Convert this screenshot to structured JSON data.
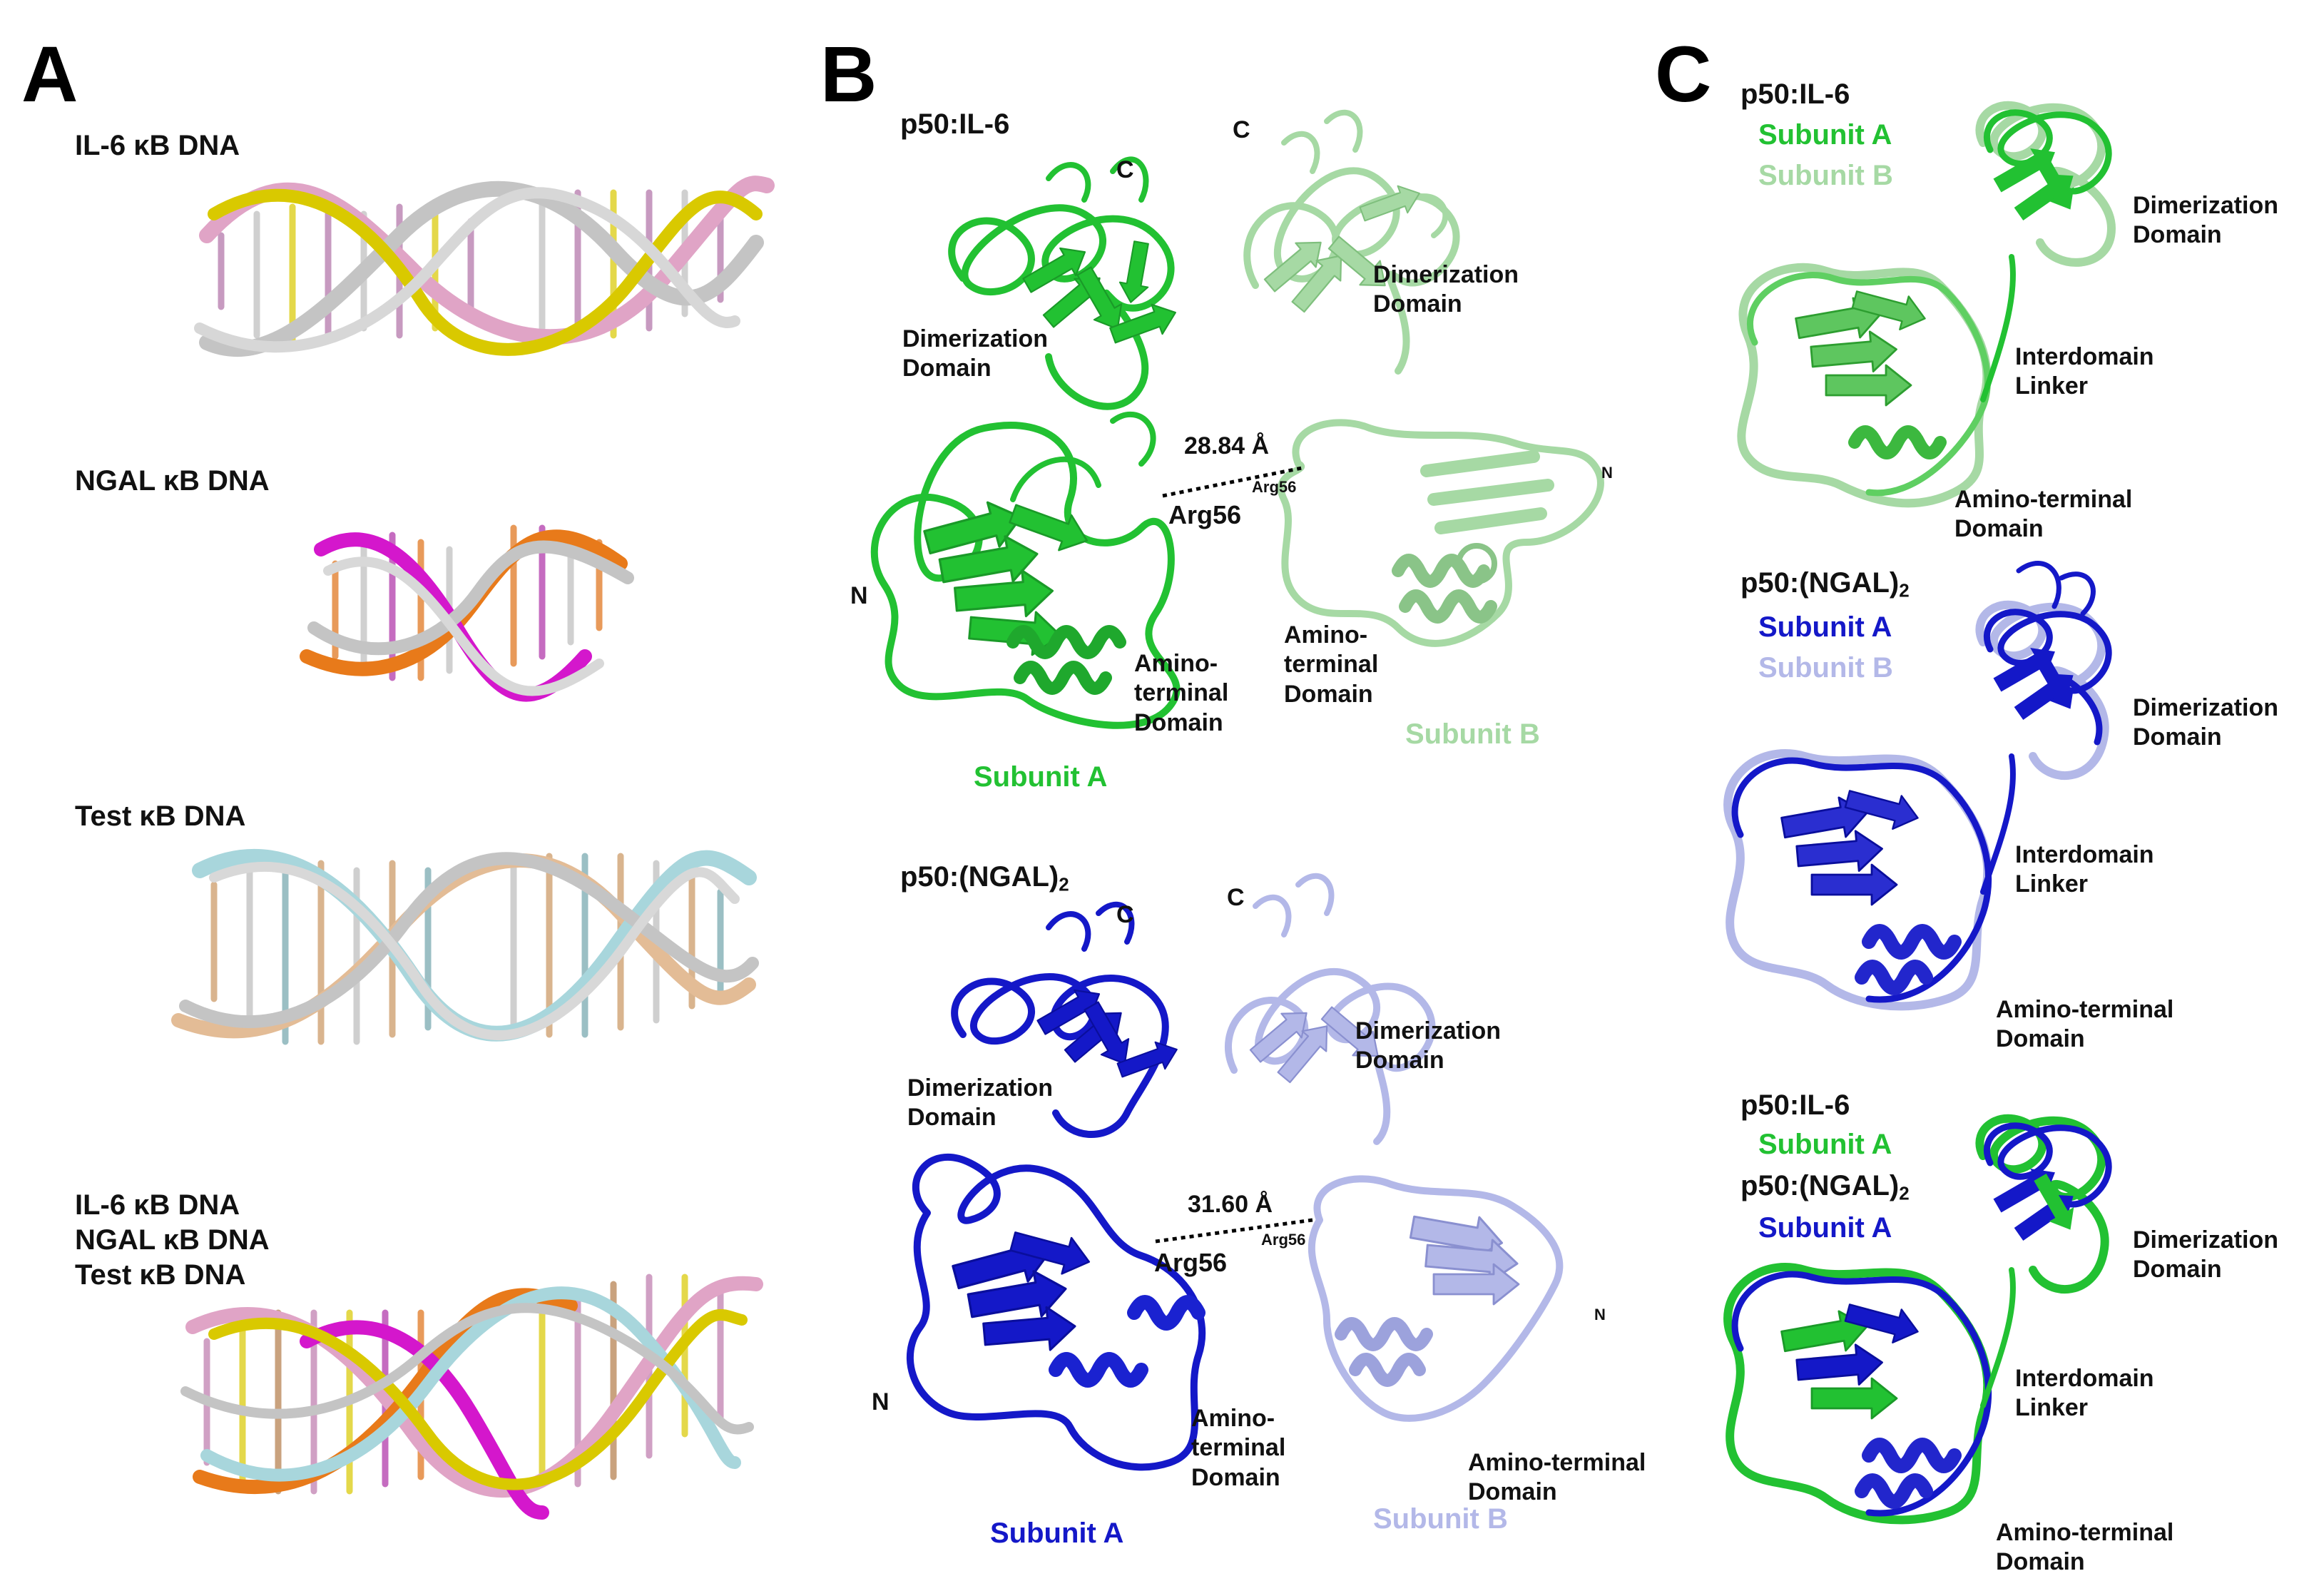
{
  "colors": {
    "il6_A": "#22c132",
    "il6_B": "#a6d9a4",
    "ngal_A": "#1418c8",
    "ngal_B": "#b3b8e8",
    "dna_gray": "#c4c4c4",
    "dna_yellow": "#d9c900",
    "dna_pink": "#e0a4c6",
    "dna_magenta": "#d417cc",
    "dna_orange": "#e87a1a",
    "dna_cyan": "#a8d6dc",
    "dna_tan": "#e3bc96"
  },
  "panelA": {
    "letter": "A",
    "labels": {
      "il6": "IL-6 κB DNA",
      "ngal": "NGAL κB DNA",
      "test": "Test κB DNA",
      "combo": [
        "IL-6 κB DNA",
        "NGAL κB DNA",
        "Test κB DNA"
      ]
    }
  },
  "panelB": {
    "letter": "B",
    "top": {
      "title": "p50:IL-6",
      "c_left": "C",
      "c_right": "C",
      "n_left": "N",
      "n_right": "N",
      "dimer_left": [
        "Dimerization",
        "Domain"
      ],
      "dimer_right": [
        "Dimerization",
        "Domain"
      ],
      "distance": "28.84 Å",
      "arg_left": "Arg56",
      "arg_right": "Arg56",
      "amino_left": [
        "Amino-",
        "terminal",
        "Domain"
      ],
      "amino_right": [
        "Amino-",
        "terminal",
        "Domain"
      ],
      "subunit_a": "Subunit A",
      "subunit_b": "Subunit B"
    },
    "bottom": {
      "title_main": "p50:(NGAL)",
      "title_sub": "2",
      "c_left": "C",
      "c_right": "C",
      "n_left": "N",
      "n_right": "N",
      "dimer_left": [
        "Dimerization",
        "Domain"
      ],
      "dimer_right": [
        "Dimerization",
        "Domain"
      ],
      "distance": "31.60 Å",
      "arg_left": "Arg56",
      "arg_right": "Arg56",
      "amino_left": [
        "Amino-",
        "terminal",
        "Domain"
      ],
      "amino_right": [
        "Amino-terminal",
        "Domain"
      ],
      "subunit_a": "Subunit A",
      "subunit_b": "Subunit B"
    }
  },
  "panelC": {
    "letter": "C",
    "top": {
      "title": "p50:IL-6",
      "subunit_a": "Subunit A",
      "subunit_b": "Subunit B",
      "dimer": [
        "Dimerization",
        "Domain"
      ],
      "linker": [
        "Interdomain",
        "Linker"
      ],
      "amino": [
        "Amino-terminal",
        "Domain"
      ]
    },
    "middle": {
      "title_main": "p50:(NGAL)",
      "title_sub": "2",
      "subunit_a": "Subunit A",
      "subunit_b": "Subunit B",
      "dimer": [
        "Dimerization",
        "Domain"
      ],
      "linker": [
        "Interdomain",
        "Linker"
      ],
      "amino": [
        "Amino-terminal",
        "Domain"
      ]
    },
    "bottom": {
      "title1": "p50:IL-6",
      "subunit1": "Subunit A",
      "title2_main": "p50:(NGAL)",
      "title2_sub": "2",
      "subunit2": "Subunit A",
      "dimer": [
        "Dimerization",
        "Domain"
      ],
      "linker": [
        "Interdomain",
        "Linker"
      ],
      "amino": [
        "Amino-terminal",
        "Domain"
      ]
    }
  }
}
